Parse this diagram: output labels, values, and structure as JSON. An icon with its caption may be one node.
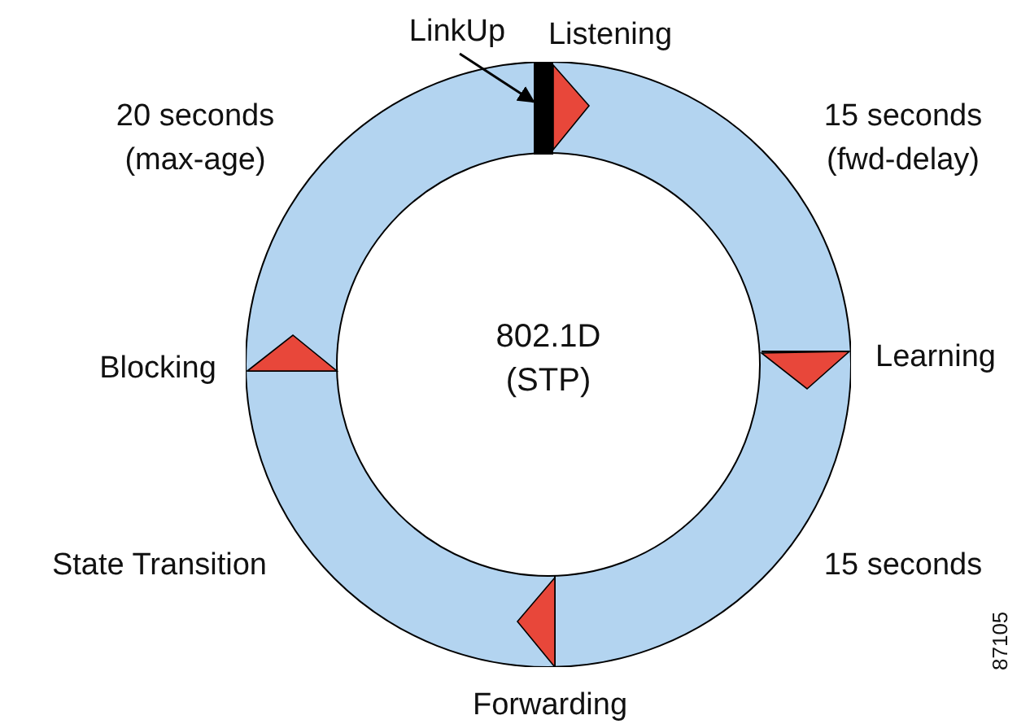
{
  "diagram": {
    "nodes": [
      {
        "text": [
          "802.1D (STP)"
        ]
      },
      {
        "text": [
          "LinkUp"
        ]
      },
      {
        "text": [],
        "shape": "bar",
        "in": 0
      }
    ],
    "edges": [
      {
        "from": 1,
        "to": 2,
        "arrow": "to"
      }
    ],
    "labels": [
      "Listening",
      "20 seconds (max-age)",
      "15 seconds (fwd-delay)",
      "Blocking",
      "Learning",
      "State Transition",
      "15 seconds",
      "87105",
      "Forwarding"
    ]
  }
}
